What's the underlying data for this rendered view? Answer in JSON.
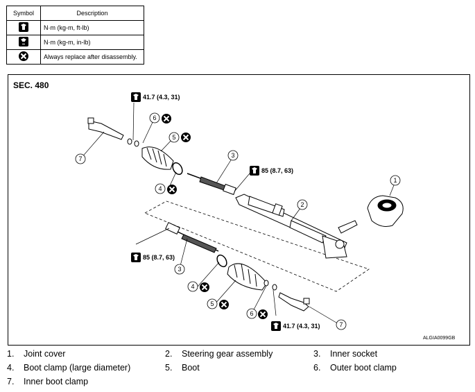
{
  "legend": {
    "header_symbol": "Symbol",
    "header_description": "Description",
    "rows": [
      {
        "icon": "torque-wrench-icon",
        "description": "N·m (kg-m, ft-lb)"
      },
      {
        "icon": "torque-wrench-small-icon",
        "description": "N·m (kg-m, in-lb)"
      },
      {
        "icon": "replace-x-icon",
        "description": "Always replace after disassembly."
      }
    ]
  },
  "diagram": {
    "section": "SEC. 480",
    "code": "ALGIA0099GB",
    "torques": {
      "outer_top": "41.7 (4.3, 31)",
      "inner_top": "85 (8.7, 63)",
      "inner_bottom": "85 (8.7, 63)",
      "outer_bottom": "41.7 (4.3, 31)"
    },
    "callouts": [
      "1",
      "2",
      "3",
      "3",
      "4",
      "4",
      "5",
      "5",
      "6",
      "6",
      "7",
      "7"
    ]
  },
  "parts": [
    {
      "num": "1.",
      "name": "Joint cover"
    },
    {
      "num": "2.",
      "name": "Steering gear assembly"
    },
    {
      "num": "3.",
      "name": "Inner socket"
    },
    {
      "num": "4.",
      "name": "Boot clamp (large diameter)"
    },
    {
      "num": "5.",
      "name": "Boot"
    },
    {
      "num": "6.",
      "name": "Outer boot clamp"
    },
    {
      "num": "7.",
      "name": "Inner boot clamp"
    }
  ]
}
